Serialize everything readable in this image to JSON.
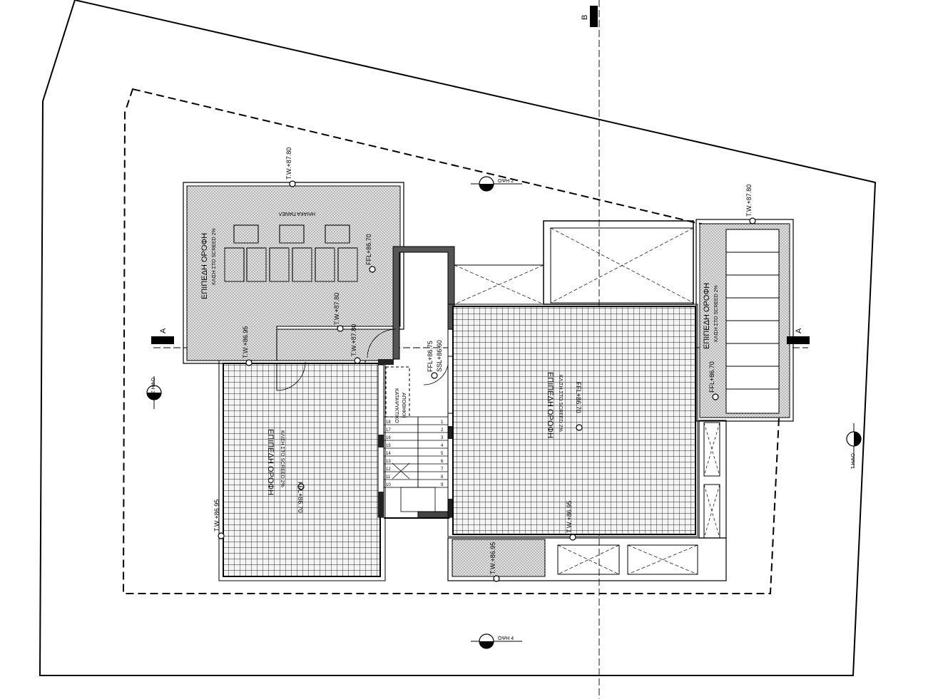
{
  "section_markers": {
    "a_left": "A",
    "a_right": "A",
    "b_top": "B"
  },
  "views": {
    "view1": "ΟΨΗ 1",
    "view2": "ΟΨΗ 2",
    "view3": "ΟΨΗ 3",
    "view4": "ΟΨΗ 4"
  },
  "rooms": {
    "roof_nw_title": "ΕΠΙΠΕΔΗ ΟΡΟΦΗ",
    "roof_nw_sub": "ΚΛΙΣΗ ΣΤΟ SCREED 2%",
    "solar_panels": "ΗΛΙΑΚΑ ΠΑΝΕΛ",
    "roof_sw_title": "ΕΠΙΠΕΔΗ ΟΡΟΦΗ",
    "roof_sw_sub": "ΚΛΙΣΗ ΣΤΟ SCREED 2%",
    "roof_main_title": "ΕΠΙΠΕΔΗ ΟΡΟΦΗ",
    "roof_main_sub": "ΚΛΙΣΗ ΣΤΟ SCREED 2%",
    "roof_e_title": "ΕΠΙΠΕΔΗ ΟΡΟΦΗ",
    "roof_e_sub": "ΚΛΙΣΗ ΣΤΟ SCREED 2%",
    "storage_line1": "ΚΑΤΑΨΥΚΤΙΚΟ",
    "storage_line2": "ΑΠΟΘΗΚΗ"
  },
  "levels": {
    "tw_nw_top": "T.W.+87.80",
    "ffl_nw": "FFL+86.70",
    "tw_nw_mid": "T.W.+87.80",
    "tw_w": "T.W.+86.95",
    "tw_core": "T.W.+87.80",
    "tw_sw": "T.W.+86.95",
    "ffl_sw": "FFL+86.70",
    "ffl_stair": "FFL+86.75",
    "ssl_stair": "SSL+86.60",
    "ffl_main": "FFL+86.70",
    "tw_main": "T.W.+86.95",
    "tw_s": "T.W.+86.95",
    "tw_ne": "T.W.+87.80",
    "ffl_e": "FFL+86.70"
  },
  "stairs": {
    "left": [
      "18",
      "17",
      "16",
      "15",
      "14",
      "13",
      "12",
      "11",
      "10"
    ],
    "right": [
      "1",
      "2",
      "3",
      "4",
      "5",
      "6",
      "7",
      "8",
      "9"
    ]
  }
}
